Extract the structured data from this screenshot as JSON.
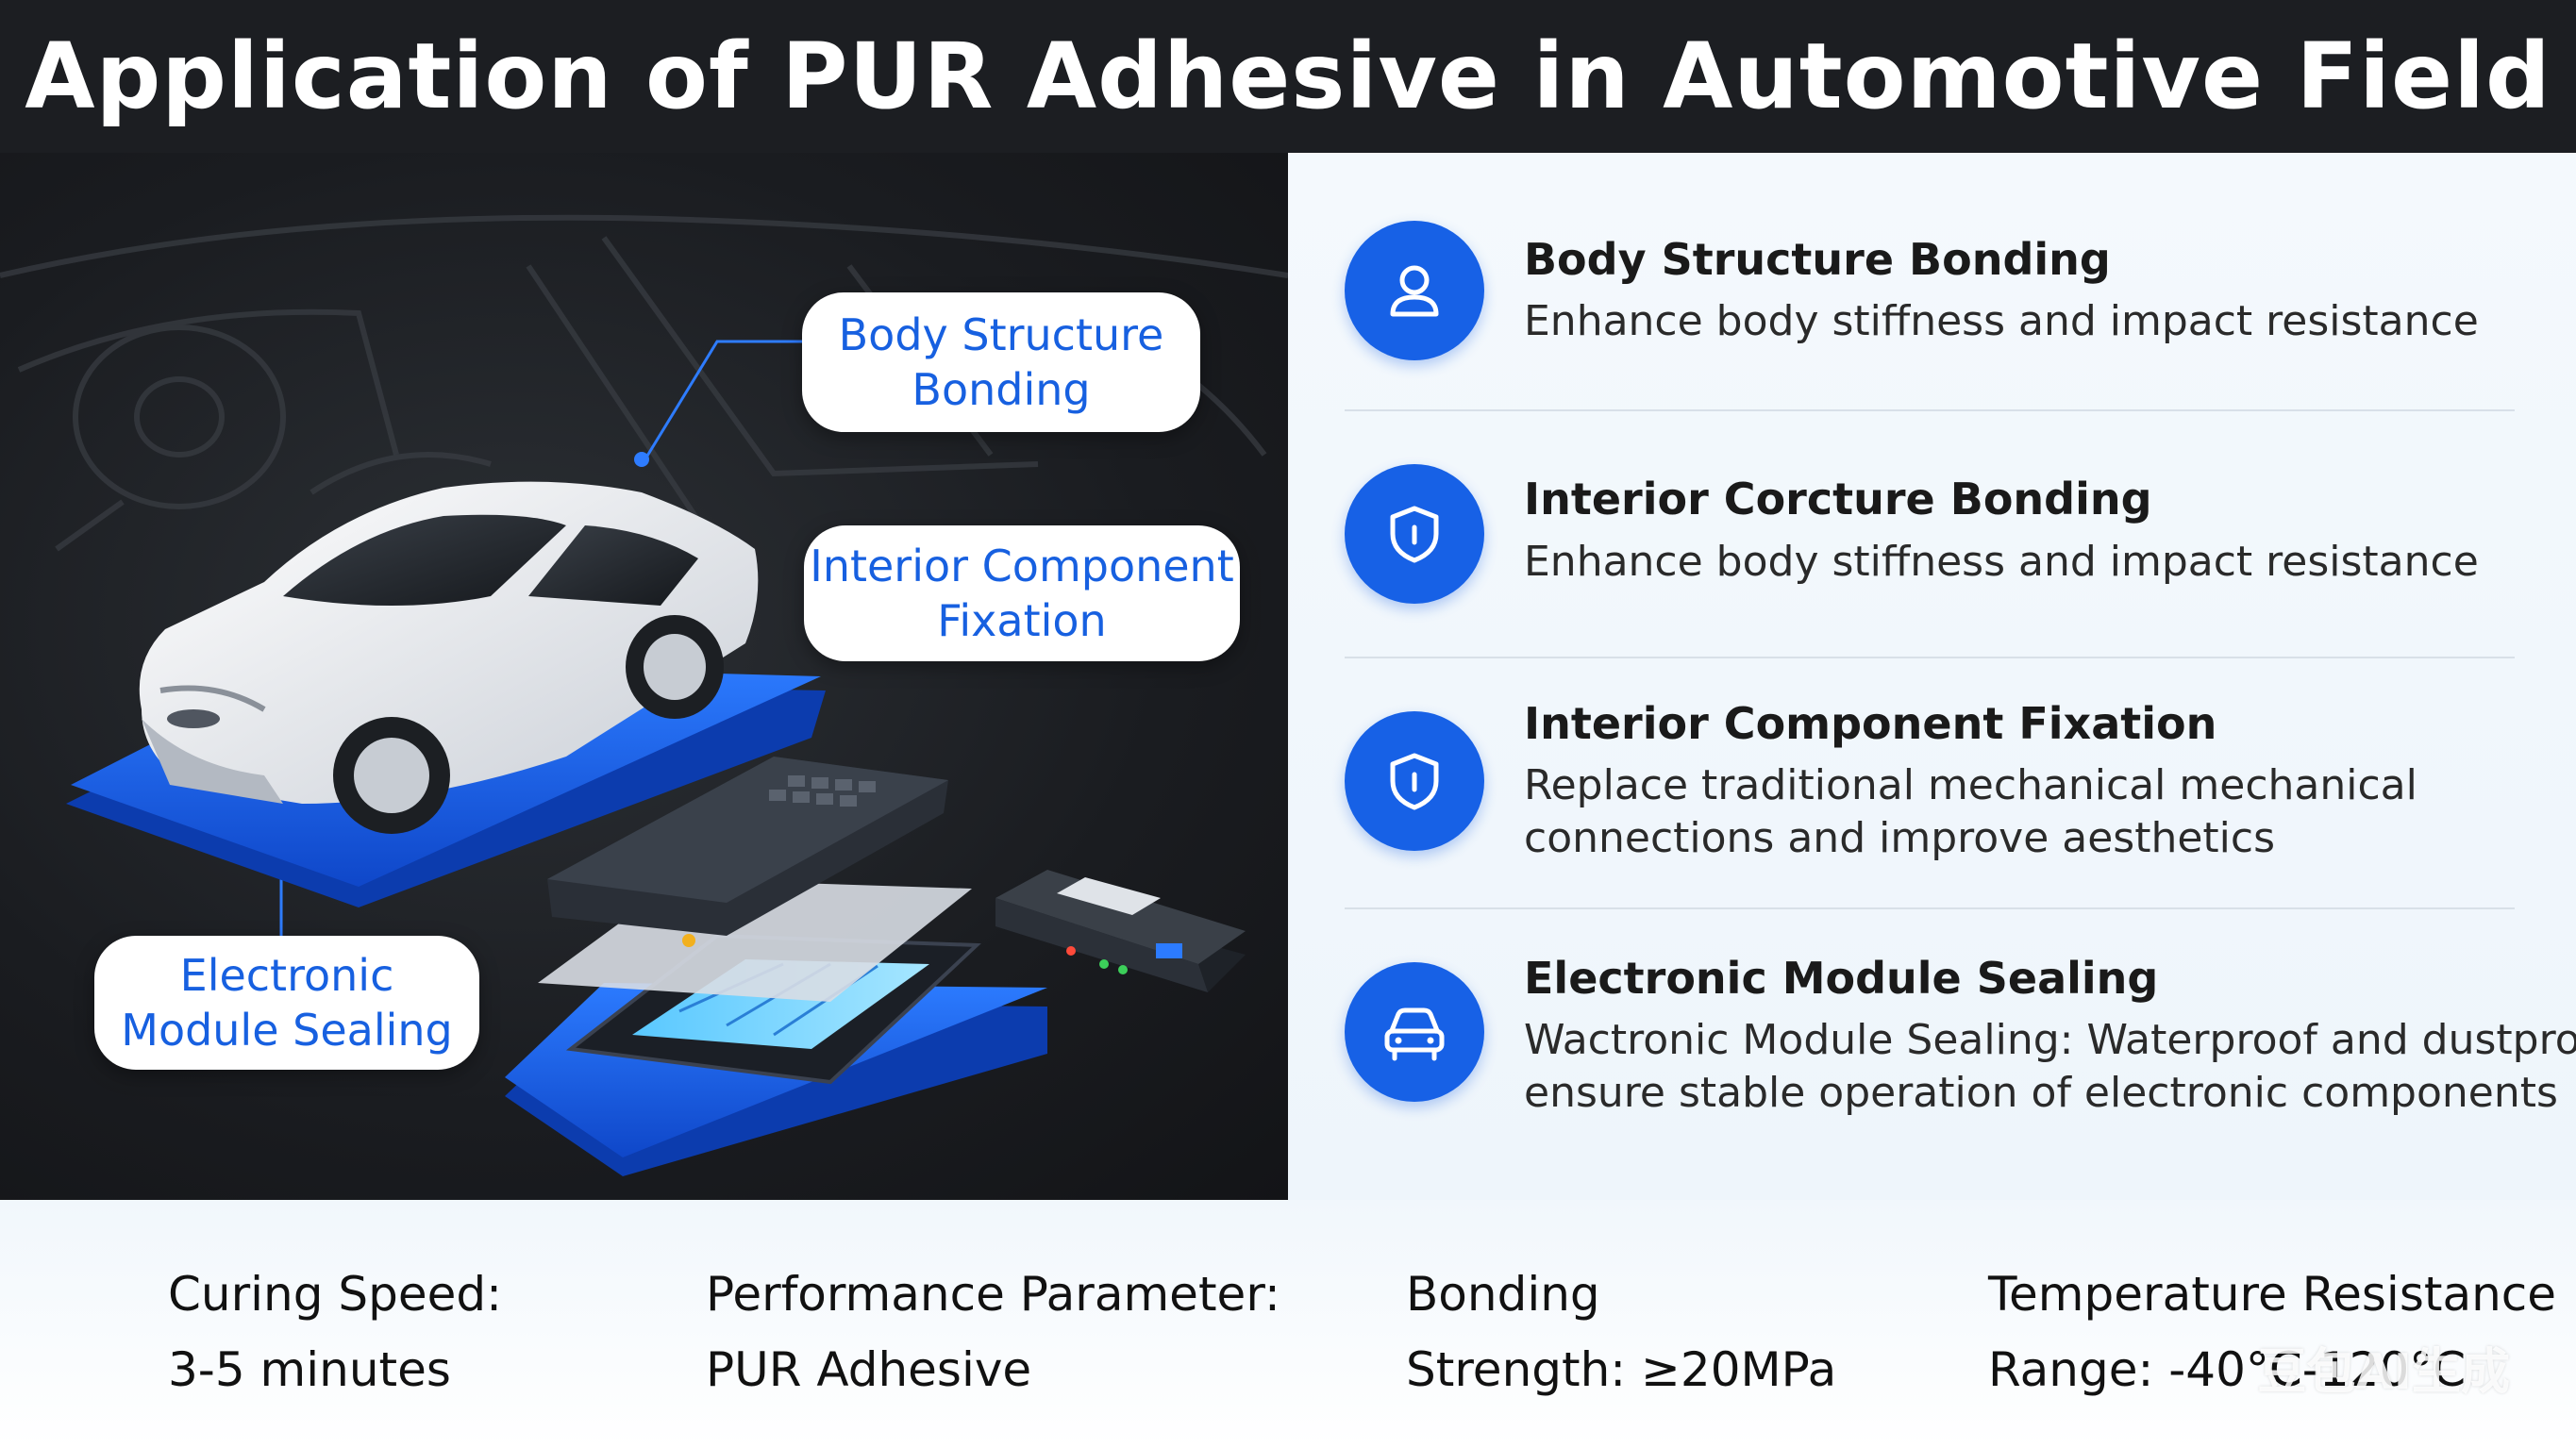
{
  "header": {
    "title": "Application of PUR Adhesive in Automotive Field"
  },
  "illustration": {
    "callouts": [
      {
        "line1": "Body Structure",
        "line2": "Bonding"
      },
      {
        "line1": "Interior Component",
        "line2": "Fixation"
      },
      {
        "line1": "Electronic",
        "line2": "Module Sealing"
      }
    ]
  },
  "applications": [
    {
      "icon": "person-icon",
      "title": "Body Structure Bonding",
      "desc1": "Enhance body stiffness and impact resistance",
      "desc2": ""
    },
    {
      "icon": "shield-icon",
      "title": "Interior Corcture Bonding",
      "desc1": "Enhance body stiffness and impact resistance",
      "desc2": ""
    },
    {
      "icon": "shield-icon",
      "title": "Interior Component Fixation",
      "desc1": "Replace traditional mechanical mechanical",
      "desc2": "connections and improve aesthetics"
    },
    {
      "icon": "car-front-icon",
      "title": "Electronic Module Sealing",
      "desc1": "Wactronic Module Sealing: Waterproof and dustproof,",
      "desc2": "ensure stable operation of electronic components"
    }
  ],
  "specs": [
    {
      "line1": "Curing Speed:",
      "line2": "3-5 minutes"
    },
    {
      "line1": "Performance Parameter:",
      "line2": "PUR Adhesive"
    },
    {
      "line1": "Bonding",
      "line2": "Strength:  ≥20MPa"
    },
    {
      "line1": "Temperature Resistance",
      "line2": "Range:  -40°C-120°C"
    }
  ],
  "watermark": "豆包AI生成",
  "colors": {
    "accent": "#1761e6",
    "header_bg": "#1c1e22",
    "platform": "#1f63ee"
  }
}
